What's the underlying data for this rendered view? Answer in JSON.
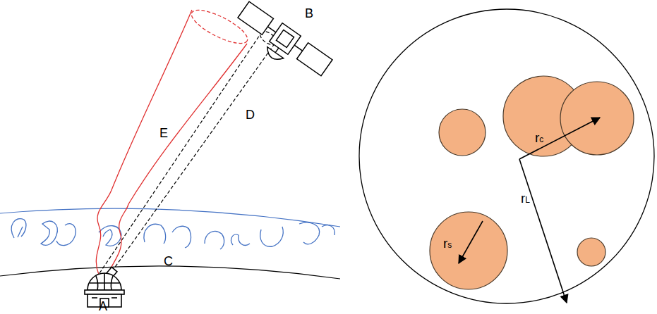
{
  "diagram": {
    "labels": [
      "A",
      "B",
      "C",
      "D",
      "E",
      "rc",
      "rL",
      "rs"
    ]
  }
}
